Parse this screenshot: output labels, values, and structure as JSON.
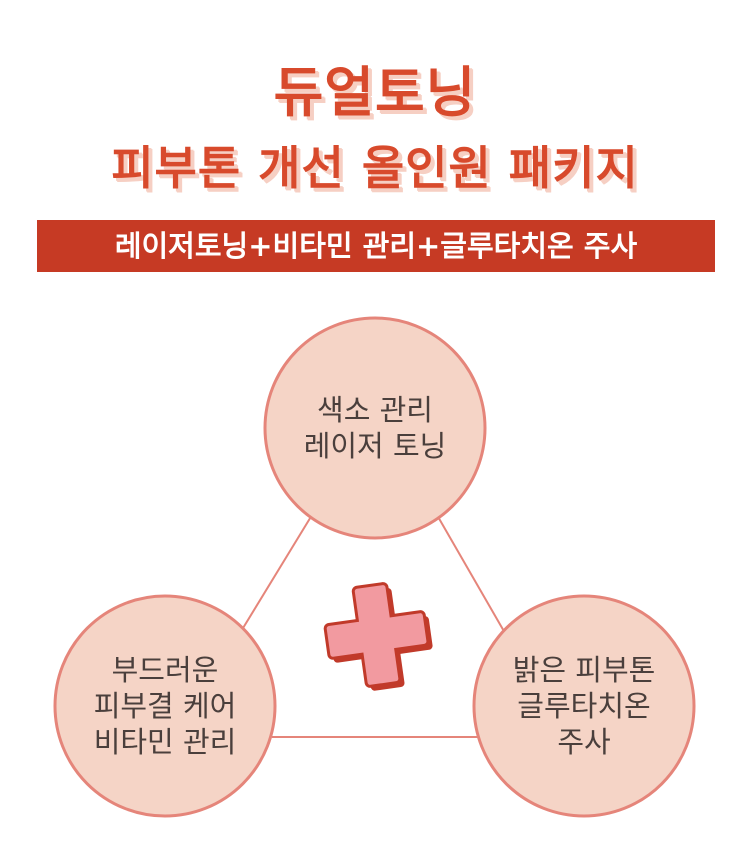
{
  "title": {
    "line1": "듀얼토닝",
    "line2": "피부톤 개선 올인원 패키지"
  },
  "banner": {
    "text": "레이저토닝+비타민 관리+글루타치온 주사"
  },
  "circles": {
    "top": {
      "line1": "색소 관리",
      "line2": "레이저 토닝"
    },
    "left": {
      "line1": "부드러운",
      "line2": "피부결 케어",
      "line3": "비타민 관리"
    },
    "right": {
      "line1": "밝은 피부톤",
      "line2": "글루타치온",
      "line3": "주사"
    }
  },
  "center": {
    "icon": "plus-icon"
  },
  "colors": {
    "title": "#d84a2c",
    "banner_bg": "#c63a24",
    "circle_fill": "#f5d4c6",
    "circle_stroke": "#e5857a",
    "plus_fill": "#f29aa0",
    "plus_stroke": "#c13a2a"
  }
}
